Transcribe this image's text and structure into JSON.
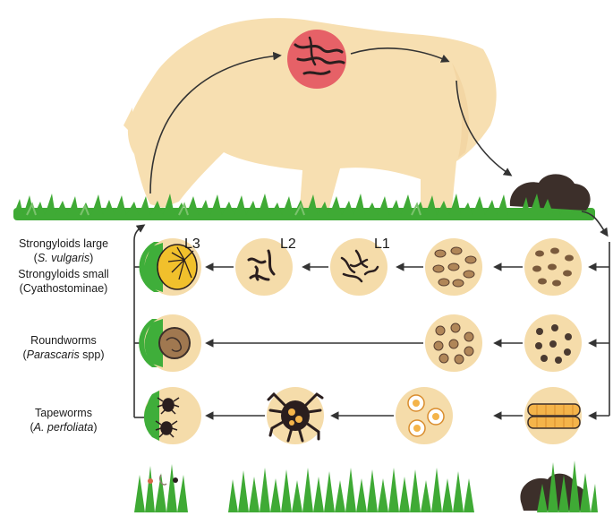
{
  "parasites": [
    {
      "name": "Strongyloids large",
      "species": "S. vulgaris"
    },
    {
      "name": "Strongyloids small",
      "species": "Cyathostominae"
    },
    {
      "name": "Roundworms",
      "species": "Parascaris",
      "species_suffix": " spp"
    },
    {
      "name": "Tapeworms",
      "species": "A. perfoliata"
    }
  ],
  "larval_stages": [
    "L1",
    "L2",
    "L3"
  ],
  "colors": {
    "horse": "#f7dfb1",
    "circle_fill": "#f5dcaa",
    "grass": "#3faa35",
    "grass_light": "#7cc36e",
    "manure": "#3c2f2a",
    "blood_circle": "#e66167",
    "larva_green": "#3fae3a",
    "arrow": "#333333"
  },
  "icons": [
    "horse-silhouette",
    "worm-icon",
    "egg-icon",
    "larva-icon",
    "mite-icon",
    "manure-icon",
    "grass-icon"
  ]
}
